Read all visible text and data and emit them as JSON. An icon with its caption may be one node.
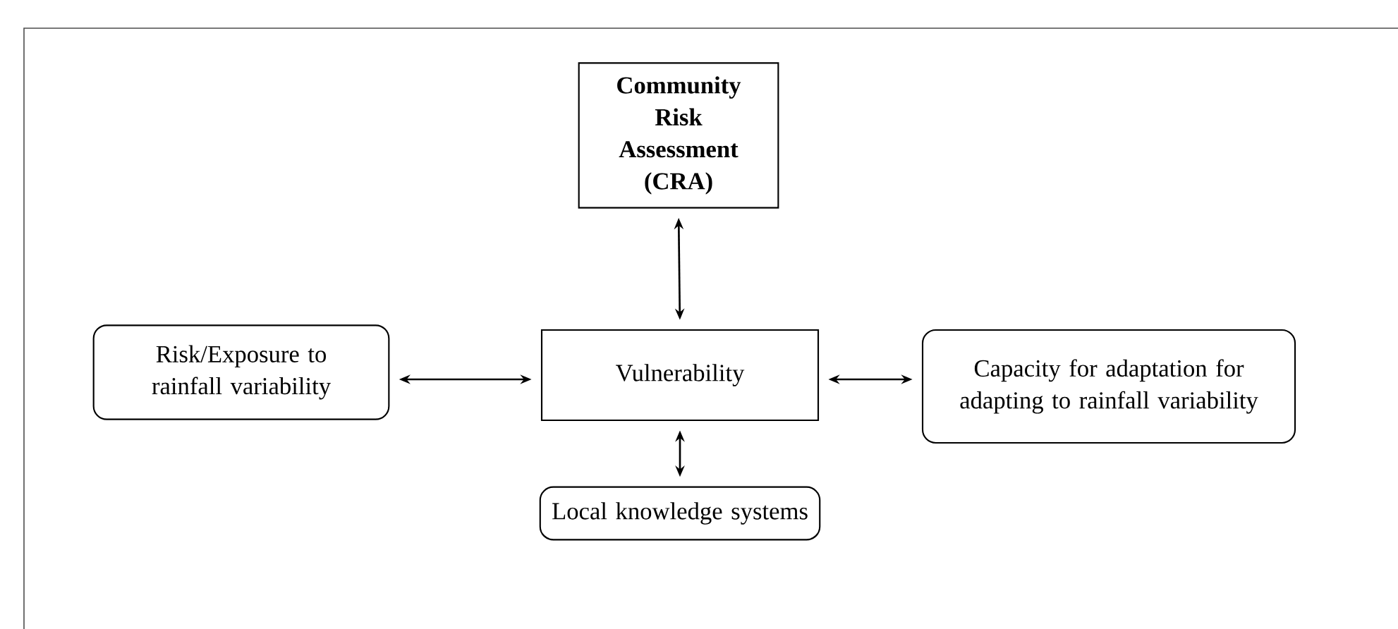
{
  "diagram": {
    "nodes": [
      {
        "text": [
          "Community Risk Assessment (CRA)"
        ]
      },
      {
        "text": [
          "Risk/Exposure to rainfall variability"
        ]
      },
      {
        "text": [
          "Vulnerability"
        ]
      },
      {
        "text": [
          "Capacity for adaptation for adapting to rainfall variability"
        ]
      },
      {
        "text": [
          "Local knowledge systems"
        ]
      }
    ],
    "edges": [
      {
        "from": 0,
        "to": 2,
        "arrow": "both"
      },
      {
        "from": 1,
        "to": 2,
        "arrow": "both"
      },
      {
        "from": 2,
        "to": 3,
        "arrow": "both"
      },
      {
        "from": 2,
        "to": 4,
        "arrow": "both"
      }
    ]
  }
}
